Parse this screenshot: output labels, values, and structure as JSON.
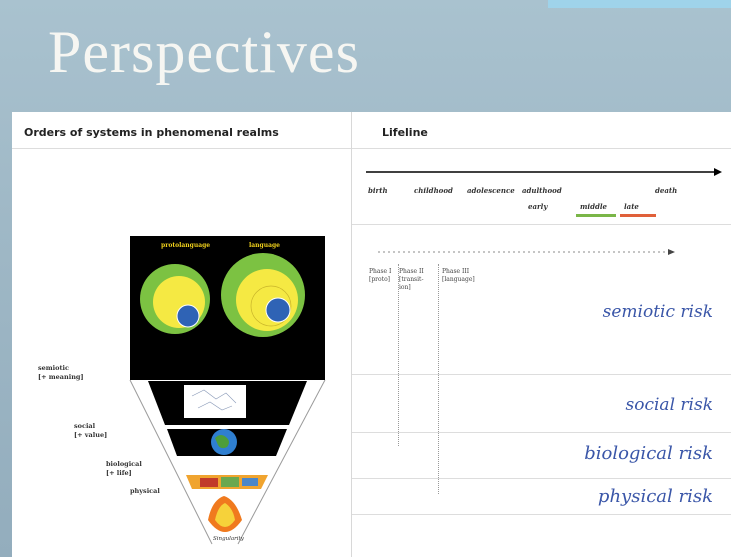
{
  "slide": {
    "title": "Perspectives"
  },
  "left_panel": {
    "heading": "Orders of systems in phenomenal realms",
    "pyramid": {
      "top_labels": [
        "protolanguage",
        "language"
      ],
      "side_labels": [
        {
          "line1": "semiotic",
          "line2": "[+ meaning]"
        },
        {
          "line1": "social",
          "line2": "[+ value]"
        },
        {
          "line1": "biological",
          "line2": "[+ life]"
        },
        {
          "line1": "physical",
          "line2": ""
        }
      ],
      "bottom_label": "Singularity"
    }
  },
  "right_panel": {
    "heading": "Lifeline",
    "stages": [
      "birth",
      "childhood",
      "adolescence",
      "adulthood",
      "death"
    ],
    "substages": [
      "early",
      "middle",
      "late"
    ],
    "phases": [
      {
        "name": "Phase I",
        "detail": "[proto]"
      },
      {
        "name": "Phase II",
        "detail": "[transit-ion]"
      },
      {
        "name": "Phase III",
        "detail": "[language]"
      }
    ],
    "risks": [
      "semiotic risk",
      "social risk",
      "biological risk",
      "physical risk"
    ]
  },
  "colors": {
    "middle": "#7ab648",
    "late": "#e0603a",
    "risk_text": "#3a56a8",
    "corner_tab": "#9fd3ea"
  }
}
